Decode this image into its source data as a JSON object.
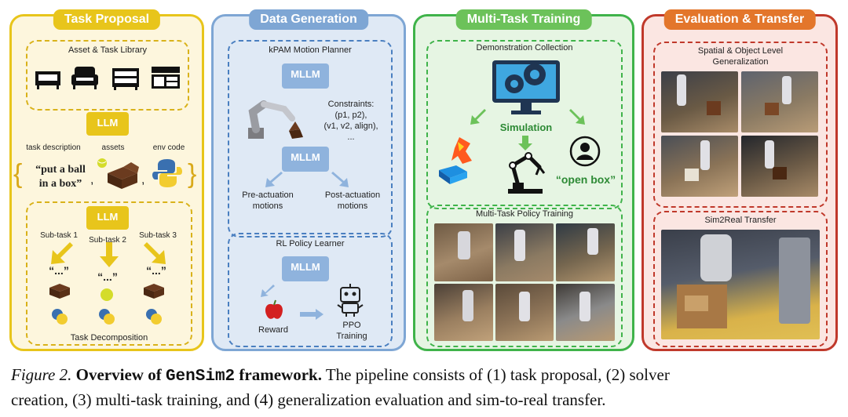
{
  "panels": {
    "task_proposal": {
      "title": "Task Proposal",
      "asset_library": "Asset & Task Library",
      "llm": "LLM",
      "labels": {
        "task_description": "task description",
        "assets": "assets",
        "env_code": "env code"
      },
      "example_prompt_line1": "“put a ball",
      "example_prompt_line2": "in a box”",
      "subtasks": [
        "Sub-task 1",
        "Sub-task 2",
        "Sub-task 3"
      ],
      "ellipsis": "“...”",
      "task_decomposition": "Task Decomposition"
    },
    "data_generation": {
      "title": "Data Generation",
      "kpam": "kPAM Motion Planner",
      "mllm": "MLLM",
      "constraints": [
        "Constraints:",
        "(p1, p2),",
        "(v1, v2, align),",
        "..."
      ],
      "pre_actuation": [
        "Pre-actuation",
        "motions"
      ],
      "post_actuation": [
        "Post-actuation",
        "motions"
      ],
      "rl_learner": "RL Policy Learner",
      "reward": "Reward",
      "ppo": [
        "PPO",
        "Training"
      ]
    },
    "multi_task_training": {
      "title": "Multi-Task Training",
      "demo_collection": "Demonstration Collection",
      "simulation": "Simulation",
      "open_box": "“open box”",
      "policy_training": "Multi-Task Policy Training"
    },
    "evaluation_transfer": {
      "title": "Evaluation & Transfer",
      "spatial_line1": "Spatial & Object Level",
      "spatial_line2": "Generalization",
      "sim2real": "Sim2Real Transfer"
    }
  },
  "caption": {
    "figure_label": "Figure 2.",
    "bold_prefix": "Overview of",
    "mono_name": "GenSim2",
    "bold_suffix": "framework.",
    "line1_rest": "The pipeline consists of (1) task proposal, (2) solver",
    "line2": "creation, (3) multi-task training, and (4) generalization evaluation and sim-to-real transfer."
  },
  "colors": {
    "yellow": "#e8c51b",
    "yellow_bg": "#fdf6dd",
    "blue": "#7ea6d4",
    "blue_bg": "#dfe9f5",
    "green": "#3fb34a",
    "green_bg": "#e6f5e3",
    "red": "#c0392b",
    "red_bg": "#fbe6e2",
    "orange_title": "#e3762b"
  }
}
